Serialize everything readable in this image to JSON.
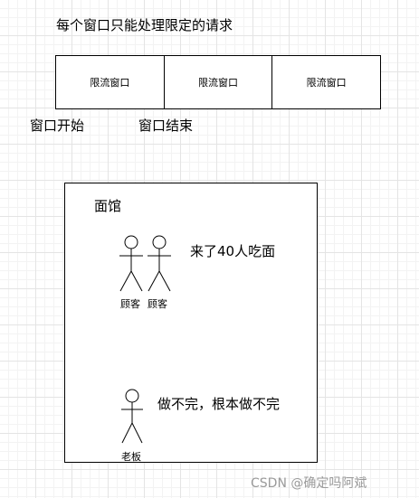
{
  "heading": "每个窗口只能处理限定的请求",
  "windows": [
    {
      "label": "限流窗口"
    },
    {
      "label": "限流窗口"
    },
    {
      "label": "限流窗口"
    }
  ],
  "window_start_label": "窗口开始",
  "window_end_label": "窗口结束",
  "shop": {
    "title": "面馆",
    "customers": [
      {
        "label": "顾客"
      },
      {
        "label": "顾客"
      }
    ],
    "customers_note": "来了40人吃面",
    "boss_label": "老板",
    "boss_note": "做不完，根本做不完"
  },
  "watermark": "CSDN @确定吗阿斌"
}
